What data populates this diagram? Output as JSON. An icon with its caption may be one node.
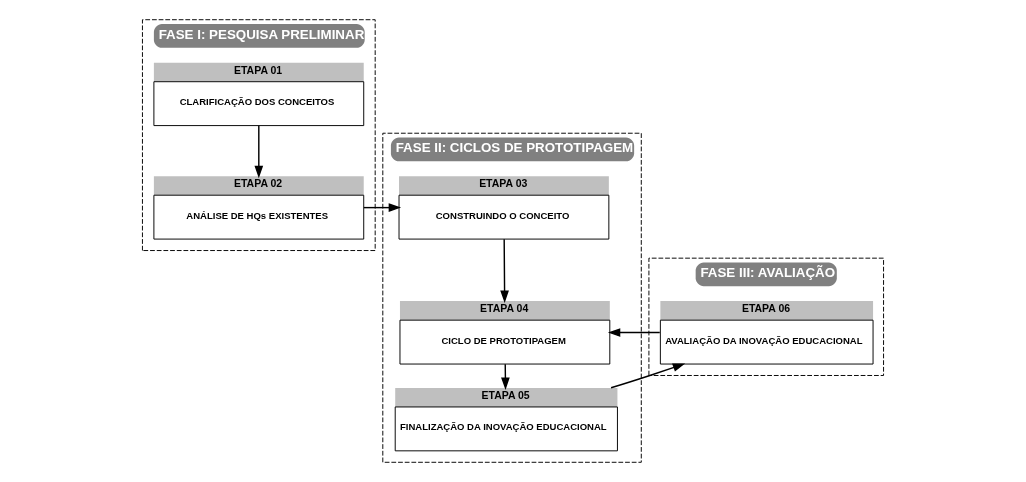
{
  "diagram": {
    "nodes": [
      {
        "text": [
          "FASE I: PESQUISA PRELIMINAR"
        ]
      },
      {
        "text": [
          "ETAPA 01",
          "CLARIFICAÇÃO DOS CONCEITOS"
        ],
        "in": 0
      },
      {
        "text": [
          "ETAPA 02",
          "ANÁLISE DE HQs EXISTENTES"
        ],
        "in": 0
      },
      {
        "text": [
          "FASE II: CICLOS DE PROTOTIPAGEM"
        ]
      },
      {
        "text": [
          "ETAPA 03",
          "CONSTRUINDO O CONCEITO"
        ],
        "in": 3
      },
      {
        "text": [
          "ETAPA 04",
          "CICLO DE PROTOTIPAGEM"
        ],
        "in": 3
      },
      {
        "text": [
          "ETAPA 05",
          "FINALIZAÇÃO DA INOVAÇÃO EDUCACIONAL"
        ],
        "in": 3
      },
      {
        "text": [
          "FASE III: AVALIAÇÃO"
        ]
      },
      {
        "text": [
          "ETAPA 06",
          "AVALIAÇÃO DA INOVAÇÃO EDUCACIONAL"
        ],
        "in": 7
      }
    ],
    "edges": [
      {
        "from": 1,
        "to": 2,
        "arrow": "to"
      },
      {
        "from": 2,
        "to": 4,
        "arrow": "to"
      },
      {
        "from": 4,
        "to": 5,
        "arrow": "to"
      },
      {
        "from": 5,
        "to": 6,
        "arrow": "to"
      },
      {
        "from": 8,
        "to": 5,
        "arrow": "to"
      },
      {
        "from": 6,
        "to": 8,
        "arrow": "to"
      }
    ]
  }
}
